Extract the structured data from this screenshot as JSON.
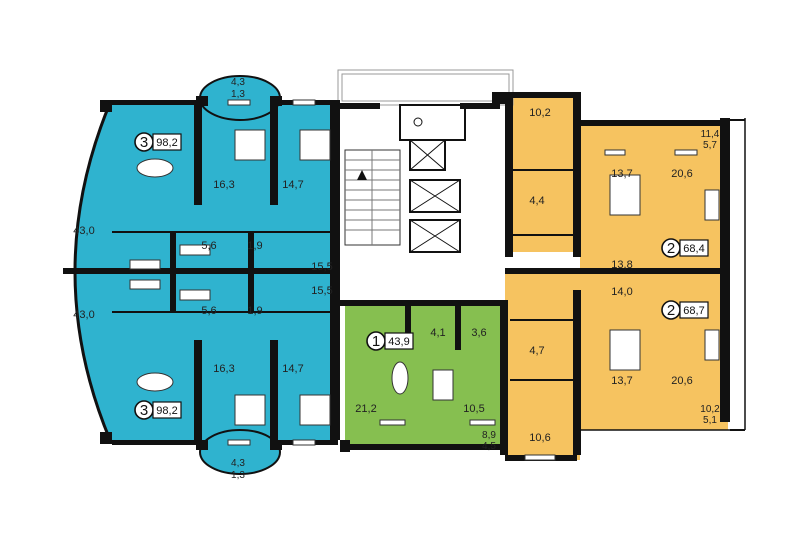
{
  "colors": {
    "blue": "#2fb3cf",
    "green": "#86bf50",
    "orange": "#f6c360",
    "wall": "#111111",
    "core": "#ffffff"
  },
  "apartments": [
    {
      "number": "3",
      "area": "98,2",
      "color": "blue"
    },
    {
      "number": "3",
      "area": "98,2",
      "color": "blue"
    },
    {
      "number": "1",
      "area": "43,9",
      "color": "green"
    },
    {
      "number": "2",
      "area": "68,4",
      "color": "orange"
    },
    {
      "number": "2",
      "area": "68,7",
      "color": "orange"
    }
  ],
  "room_areas": {
    "top_left_living": "43,0",
    "top_left_bed": "16,3",
    "top_mid_bed": "14,7",
    "top_bath1": "5,6",
    "top_bath2": "1,9",
    "top_hall": "15,5",
    "top_balcony_a": "4,3",
    "top_balcony_b": "1,3",
    "bot_left_living": "43,0",
    "bot_left_bed": "16,3",
    "bot_mid_bed": "14,7",
    "bot_bath1": "5,6",
    "bot_bath2": "1,9",
    "bot_hall": "15,5",
    "bot_balcony_a": "4,3",
    "bot_balcony_b": "1,3",
    "green_living": "21,2",
    "green_hall": "4,1",
    "green_bath": "3,6",
    "green_kitchen": "10,5",
    "green_loggia_a": "8,9",
    "green_loggia_b": "4,5",
    "or_top_kitchen": "10,2",
    "or_top_bath": "4,4",
    "or_top_bed": "13,7",
    "or_top_living": "20,6",
    "or_top_hall": "13,8",
    "or_top_loggia_a": "11,4",
    "or_top_loggia_b": "5,7",
    "or_bot_hall": "14,0",
    "or_bot_bath": "4,7",
    "or_bot_bed": "13,7",
    "or_bot_living": "20,6",
    "or_bot_kitchen": "10,6",
    "or_bot_loggia_a": "10,2",
    "or_bot_loggia_b": "5,1"
  }
}
